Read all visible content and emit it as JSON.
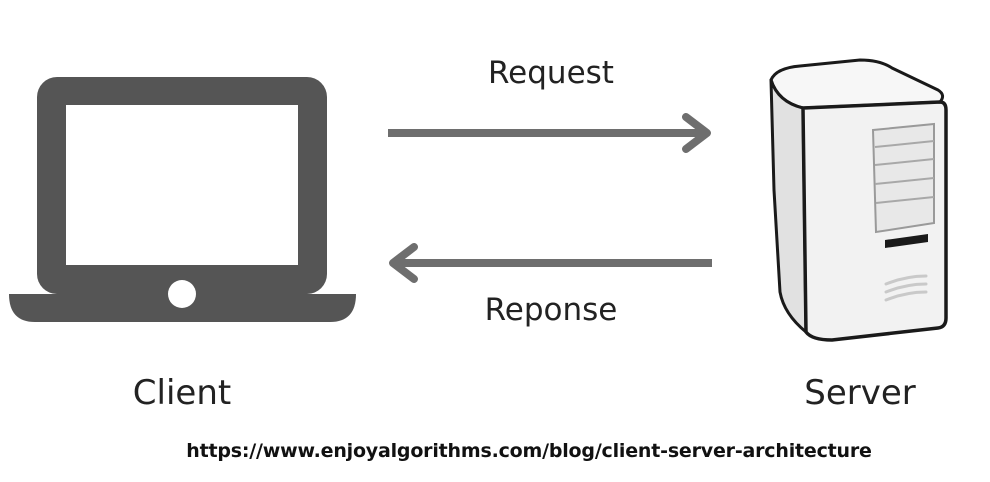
{
  "nodes": {
    "client": {
      "label": "Client",
      "icon": "laptop-icon"
    },
    "server": {
      "label": "Server",
      "icon": "server-tower-icon"
    }
  },
  "edges": {
    "request": {
      "label": "Request",
      "from": "client",
      "to": "server"
    },
    "response": {
      "label": "Reponse",
      "from": "server",
      "to": "client"
    }
  },
  "source_url": "https://www.enjoyalgorithms.com/blog/client-server-architecture",
  "colors": {
    "icon_dark": "#555555",
    "arrow": "#6e6e6e",
    "server_body": "#f2f2f2",
    "server_outline": "#1a1a1a",
    "text": "#222222"
  }
}
